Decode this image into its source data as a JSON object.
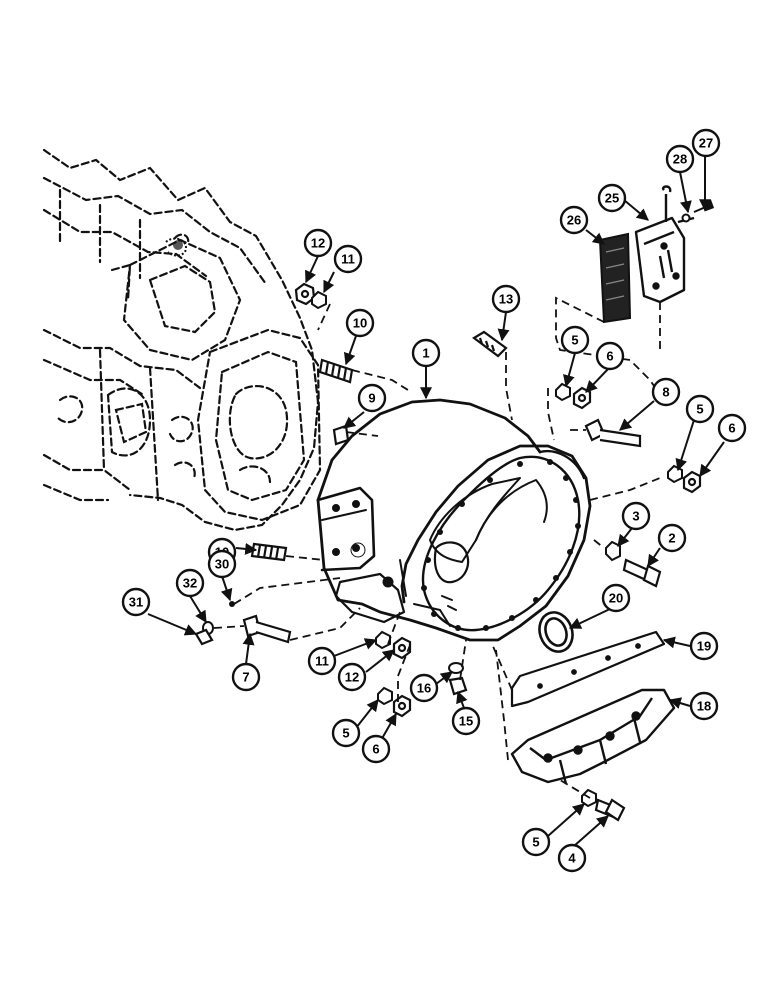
{
  "diagram": {
    "ink_color": "#111111",
    "background_color": "#ffffff",
    "callouts": [
      {
        "id": "c27",
        "label": "27"
      },
      {
        "id": "c28",
        "label": "28"
      },
      {
        "id": "c25",
        "label": "25"
      },
      {
        "id": "c26",
        "label": "26"
      },
      {
        "id": "c12a",
        "label": "12"
      },
      {
        "id": "c11a",
        "label": "11"
      },
      {
        "id": "c13",
        "label": "13"
      },
      {
        "id": "c10a",
        "label": "10"
      },
      {
        "id": "c1",
        "label": "1"
      },
      {
        "id": "c5a",
        "label": "5"
      },
      {
        "id": "c6a",
        "label": "6"
      },
      {
        "id": "c9",
        "label": "9"
      },
      {
        "id": "c8",
        "label": "8"
      },
      {
        "id": "c5b",
        "label": "5"
      },
      {
        "id": "c6b",
        "label": "6"
      },
      {
        "id": "c3",
        "label": "3"
      },
      {
        "id": "c2",
        "label": "2"
      },
      {
        "id": "c10b",
        "label": "10"
      },
      {
        "id": "c30",
        "label": "30"
      },
      {
        "id": "c32",
        "label": "32"
      },
      {
        "id": "c31",
        "label": "31"
      },
      {
        "id": "c20",
        "label": "20"
      },
      {
        "id": "c19",
        "label": "19"
      },
      {
        "id": "c7",
        "label": "7"
      },
      {
        "id": "c11b",
        "label": "11"
      },
      {
        "id": "c12b",
        "label": "12"
      },
      {
        "id": "c16",
        "label": "16"
      },
      {
        "id": "c18",
        "label": "18"
      },
      {
        "id": "c15",
        "label": "15"
      },
      {
        "id": "c5c",
        "label": "5"
      },
      {
        "id": "c6c",
        "label": "6"
      },
      {
        "id": "c5d",
        "label": "5"
      },
      {
        "id": "c4",
        "label": "4"
      }
    ]
  }
}
